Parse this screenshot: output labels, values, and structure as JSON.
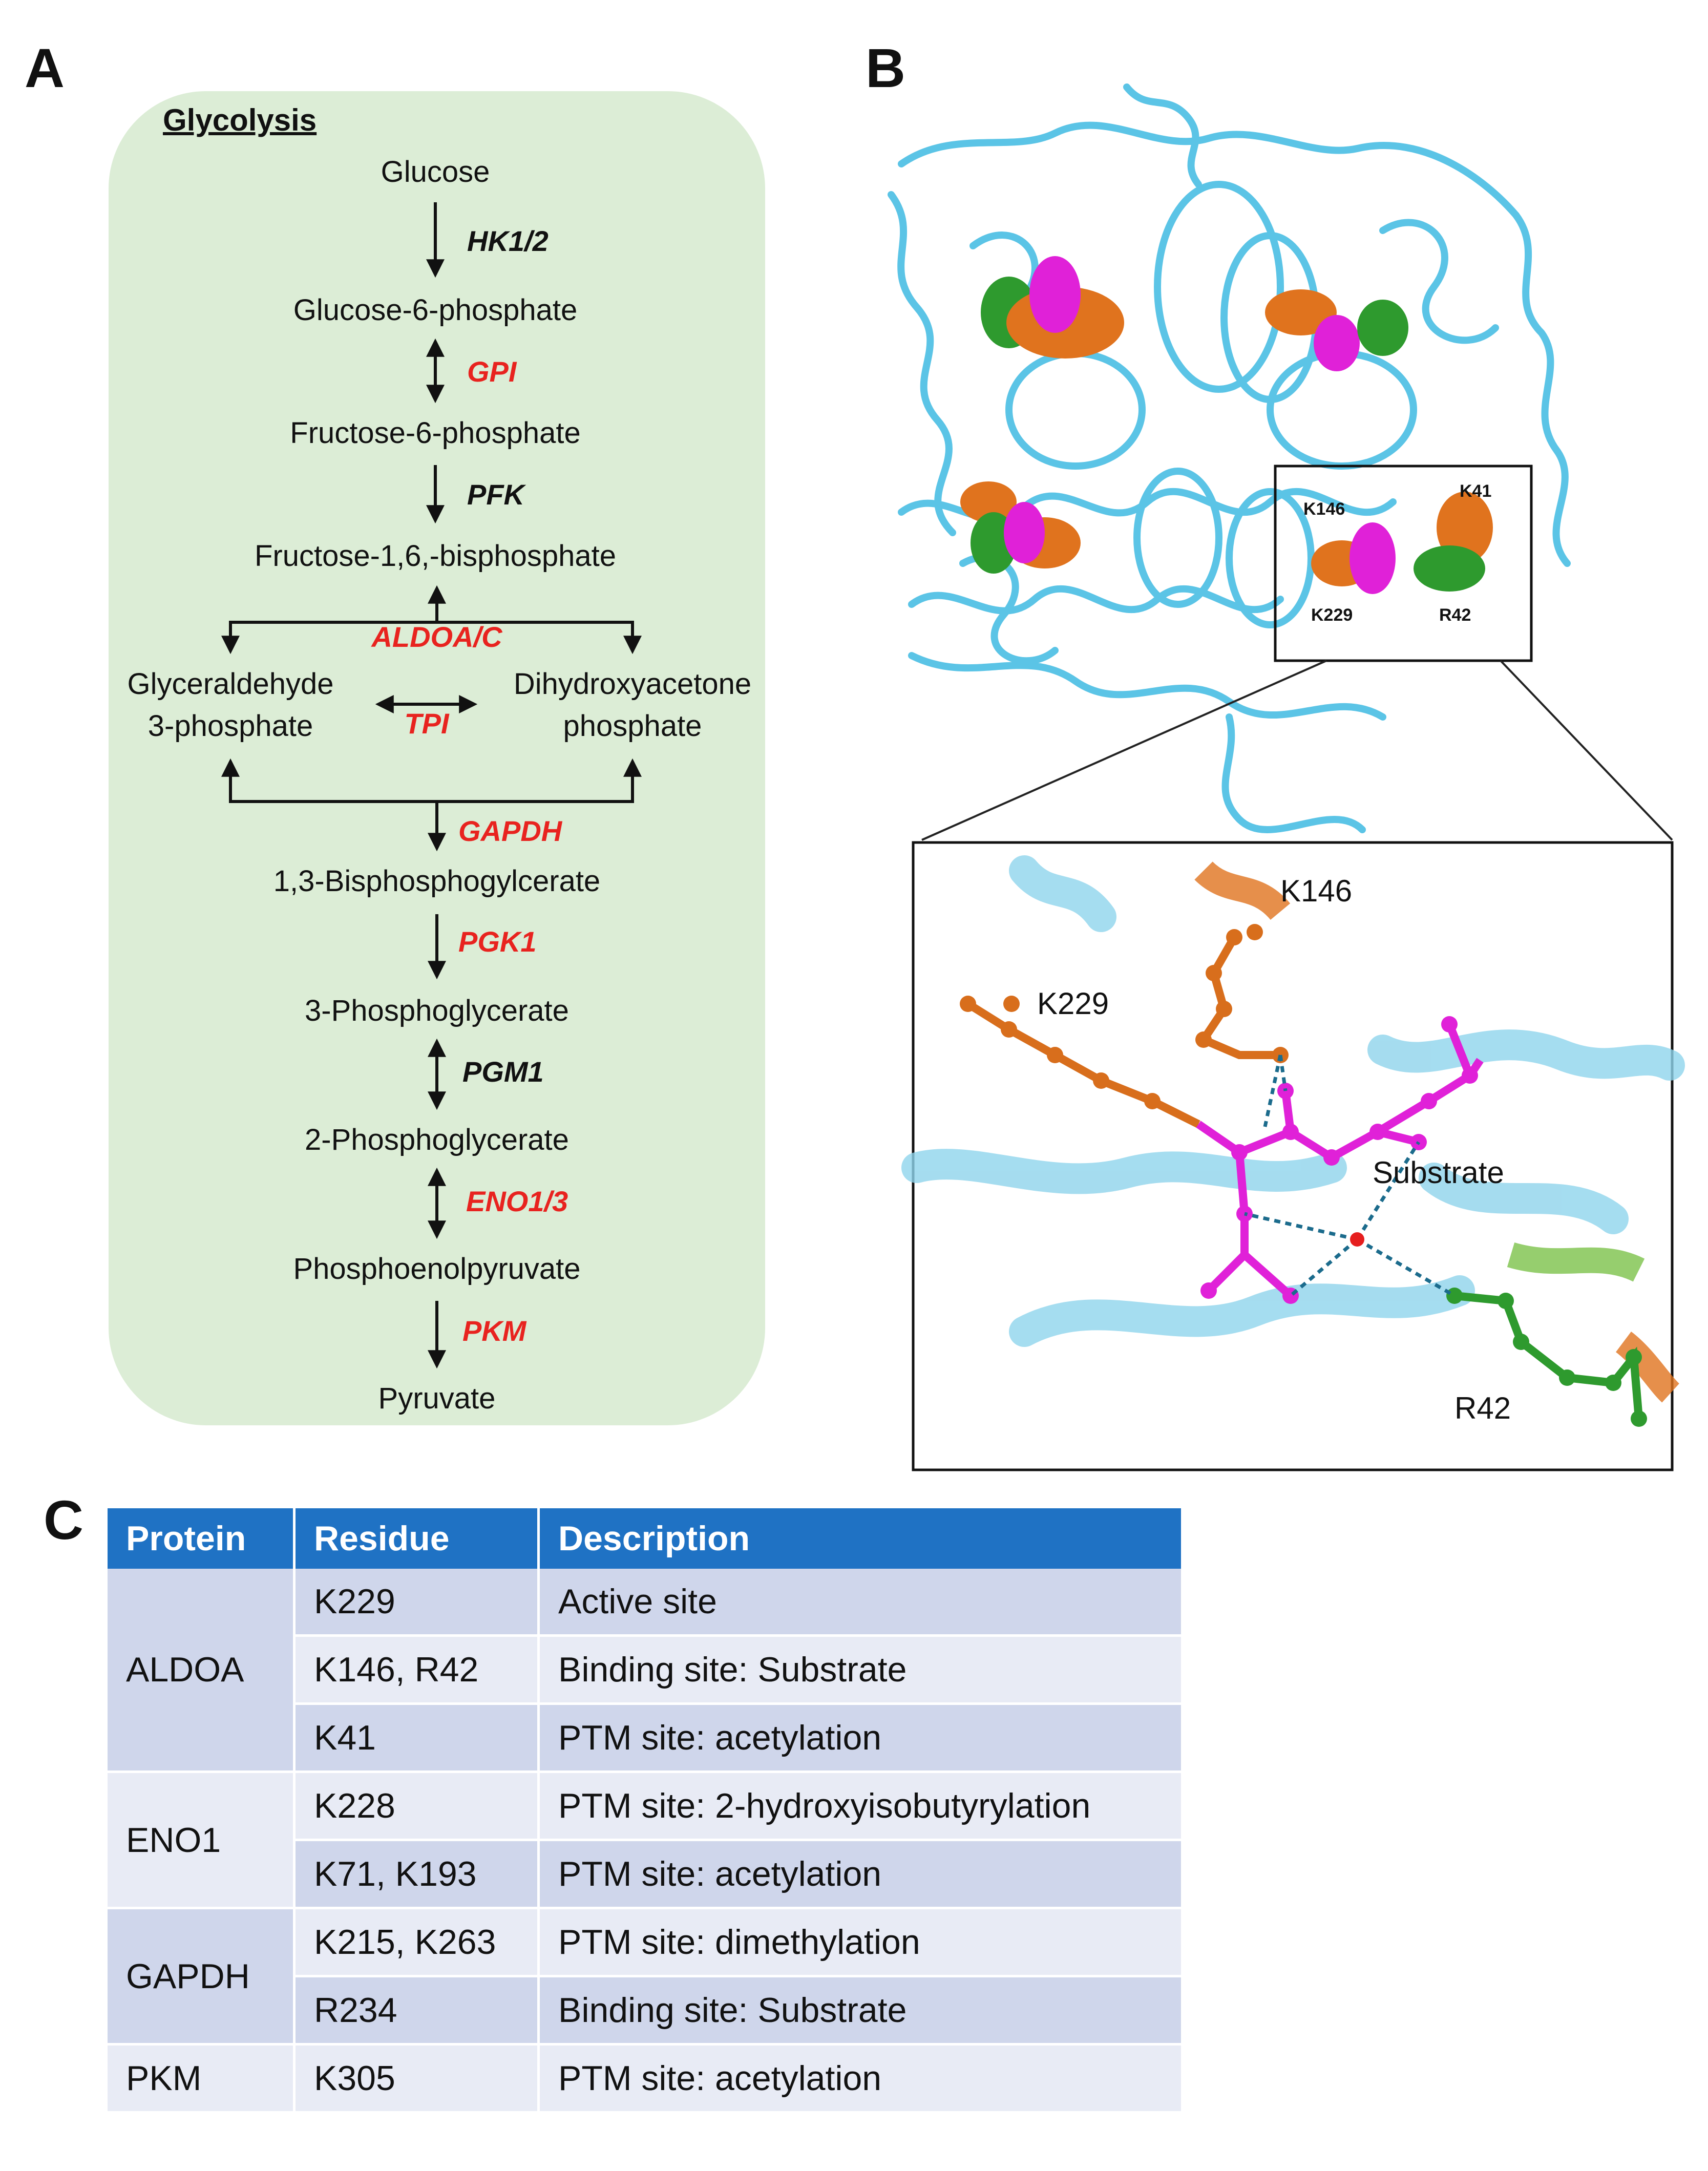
{
  "panels": {
    "a": "A",
    "b": "B",
    "c": "C"
  },
  "pathway": {
    "title": "Glycolysis",
    "metabolites": {
      "glucose": "Glucose",
      "g6p": "Glucose-6-phosphate",
      "f6p": "Fructose-6-phosphate",
      "f16bp": "Fructose-1,6,-bisphosphate",
      "gap_line1": "Glyceraldehyde",
      "gap_line2": "3-phosphate",
      "dhap_line1": "Dihydroxyacetone",
      "dhap_line2": "phosphate",
      "bpg13": "1,3-Bisphosphogylcerate",
      "pg3": "3-Phosphoglycerate",
      "pg2": "2-Phosphoglycerate",
      "pep": "Phosphoenolpyruvate",
      "pyruvate": "Pyruvate"
    },
    "enzymes": {
      "hk": "HK1/2",
      "gpi": "GPI",
      "pfk": "PFK",
      "aldoa": "ALDOA/C",
      "tpi": "TPI",
      "gapdh": "GAPDH",
      "pgk1": "PGK1",
      "pgm1": "PGM1",
      "eno": "ENO1/3",
      "pkm": "PKM"
    }
  },
  "structure": {
    "overview_labels": {
      "k146": "K146",
      "k41": "K41",
      "k229": "K229",
      "r42": "R42"
    },
    "zoom_labels": {
      "k146": "K146",
      "k229": "K229",
      "substrate": "Substrate",
      "r42": "R42"
    }
  },
  "colors": {
    "ribbon": "#5bc4e6",
    "orange": "#e0731e",
    "green": "#2e9a2e",
    "magenta": "#e021d8",
    "pathway_bg": "#dcedd6",
    "enzyme_red": "#e8231f",
    "table_header": "#1f72c4"
  },
  "table": {
    "headers": {
      "protein": "Protein",
      "residue": "Residue",
      "description": "Description"
    },
    "groups": [
      {
        "protein": "ALDOA",
        "rows": [
          {
            "residue": "K229",
            "description": "Active site"
          },
          {
            "residue": "K146, R42",
            "description": "Binding site: Substrate"
          },
          {
            "residue": "K41",
            "description": "PTM site: acetylation"
          }
        ]
      },
      {
        "protein": "ENO1",
        "rows": [
          {
            "residue": "K228",
            "description": "PTM site: 2-hydroxyisobutyrylation"
          },
          {
            "residue": "K71, K193",
            "description": "PTM site: acetylation"
          }
        ]
      },
      {
        "protein": "GAPDH",
        "rows": [
          {
            "residue": "K215, K263",
            "description": "PTM site: dimethylation"
          },
          {
            "residue": "R234",
            "description": "Binding site: Substrate"
          }
        ]
      },
      {
        "protein": "PKM",
        "rows": [
          {
            "residue": "K305",
            "description": "PTM site: acetylation"
          }
        ]
      }
    ]
  }
}
